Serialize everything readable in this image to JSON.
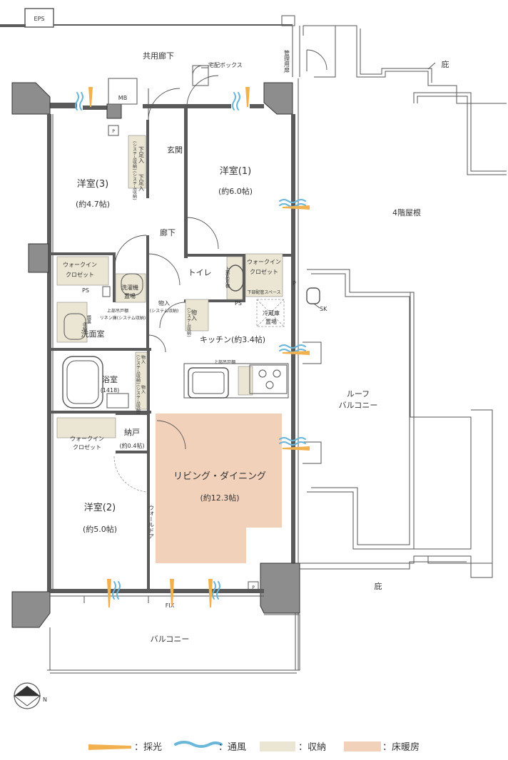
{
  "labels": {
    "eps": "EPS",
    "common_corridor": "共用廊下",
    "delivery_box": "宅配ボックス",
    "management_door": "管理用扉",
    "eave_top": "庇",
    "mb": "MB",
    "p_top_left": "P",
    "shoe_1": "下足入",
    "shoe_1_sub": "(システム収納)",
    "shoe_2": "下足入",
    "shoe_2_sub": "(システム収納)",
    "entrance": "玄関",
    "room1_name": "洋室(1)",
    "room1_size": "(約6.0帖)",
    "room3_name": "洋室(3)",
    "room3_size": "(約4.7帖)",
    "roof_4f": "4階屋根",
    "hallway": "廊下",
    "wic_1": "ウォークイン",
    "wic_1b": "クロゼット",
    "ps_left": "PS",
    "washer_1": "洗濯機",
    "washer_2": "置場",
    "toilet": "トイレ",
    "toilet_cab_top": "上部吊戸棚",
    "wic_2": "ウォークイン",
    "wic_2b": "クロゼット",
    "under_floor": "下部配管スペース",
    "p_right": "P",
    "sk": "SK",
    "upper_cab_linen": "上部吊戸棚",
    "linen": "リネン庫(システム収納)",
    "mirror_1": "鏡裏",
    "mirror_2": "収納",
    "storage_a": "物入",
    "storage_a_sub": "(システム収納)",
    "storage_b": "物入",
    "storage_b_sub": "(システム収納)",
    "ps_mid": "PS",
    "fridge_1": "冷蔵庫",
    "fridge_2": "置場",
    "washroom": "洗面室",
    "kitchen": "キッチン(約3.4帖)",
    "upper_cab_kitchen": "上部吊戸棚",
    "bath": "浴室",
    "bath_size": "(1418)",
    "bath_storage_1": "物入",
    "bath_storage_1_sub": "(システム収納)",
    "bath_storage_2": "物入",
    "bath_storage_2_sub": "(システム収納)",
    "roof_balcony_1": "ルーフ",
    "roof_balcony_2": "バルコニー",
    "wic_3": "ウォークイン",
    "wic_3b": "クロゼット",
    "closet_name": "納戸",
    "closet_size": "(約0.4帖)",
    "living_name": "リビング・ダイニング",
    "living_size": "(約12.3帖)",
    "room2_name": "洋室(2)",
    "room2_size": "(約5.0帖)",
    "wall_door": "ウォールドア",
    "eave_bottom": "庇",
    "p_bottom": "P",
    "fix": "FIX",
    "balcony": "バルコニー",
    "compass_n": "N"
  },
  "legend": [
    {
      "label": "：採光",
      "kind": "daylight",
      "color": "#f2b14f"
    },
    {
      "label": "：通風",
      "kind": "ventilation",
      "color": "#6ab7d9"
    },
    {
      "label": "：収納",
      "kind": "storage",
      "color": "#ebe6d3"
    },
    {
      "label": "：床暖房",
      "kind": "floor-heating",
      "color": "#f2d1ba"
    }
  ],
  "colors": {
    "wall": "#5a5a5a",
    "storage": "#ebe6d3",
    "floor_heating": "#f2d1ba",
    "ventilation": "#6ab7d9",
    "daylight": "#f2b14f"
  }
}
